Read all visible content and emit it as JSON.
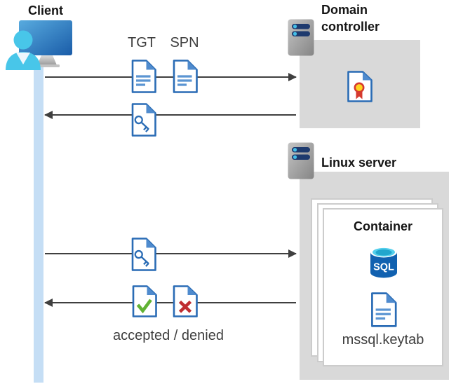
{
  "diagram": {
    "client": {
      "label": "Client"
    },
    "messages": {
      "tgt_label": "TGT",
      "spn_label": "SPN",
      "response_label": "accepted / denied"
    },
    "domain_controller": {
      "title": "Domain controller"
    },
    "linux_server": {
      "title": "Linux server",
      "container": {
        "title": "Container",
        "sql_badge": "SQL",
        "keytab_file": "mssql.keytab"
      }
    },
    "icons": {
      "client": [
        "monitor-icon",
        "person-icon"
      ],
      "servers": [
        "server-rack-icon"
      ],
      "documents": [
        "document-icon",
        "key-ticket-icon",
        "check-document-icon",
        "x-document-icon",
        "certificate-icon",
        "keytab-document-icon"
      ],
      "database": "sql-database-icon"
    },
    "colors": {
      "doc_blue": "#2a6cb5",
      "doc_fold_blue": "#4f8bce",
      "doc_line_blue": "#5b95d2",
      "lifeline_blue": "#c5def5",
      "person_cyan": "#48c6e9",
      "box_gray": "#d9d9d9",
      "arrow_gray": "#3f3f3f",
      "check_green": "#61b234",
      "cross_red": "#bf2d31",
      "sql_body_blue": "#1161b0",
      "sql_top_cyan": "#53cfec",
      "cert_yellow": "#ffd41f",
      "cert_red": "#d5392e",
      "server_pill_navy": "#1e3a6e",
      "server_dot_cyan": "#44bfe7"
    }
  }
}
